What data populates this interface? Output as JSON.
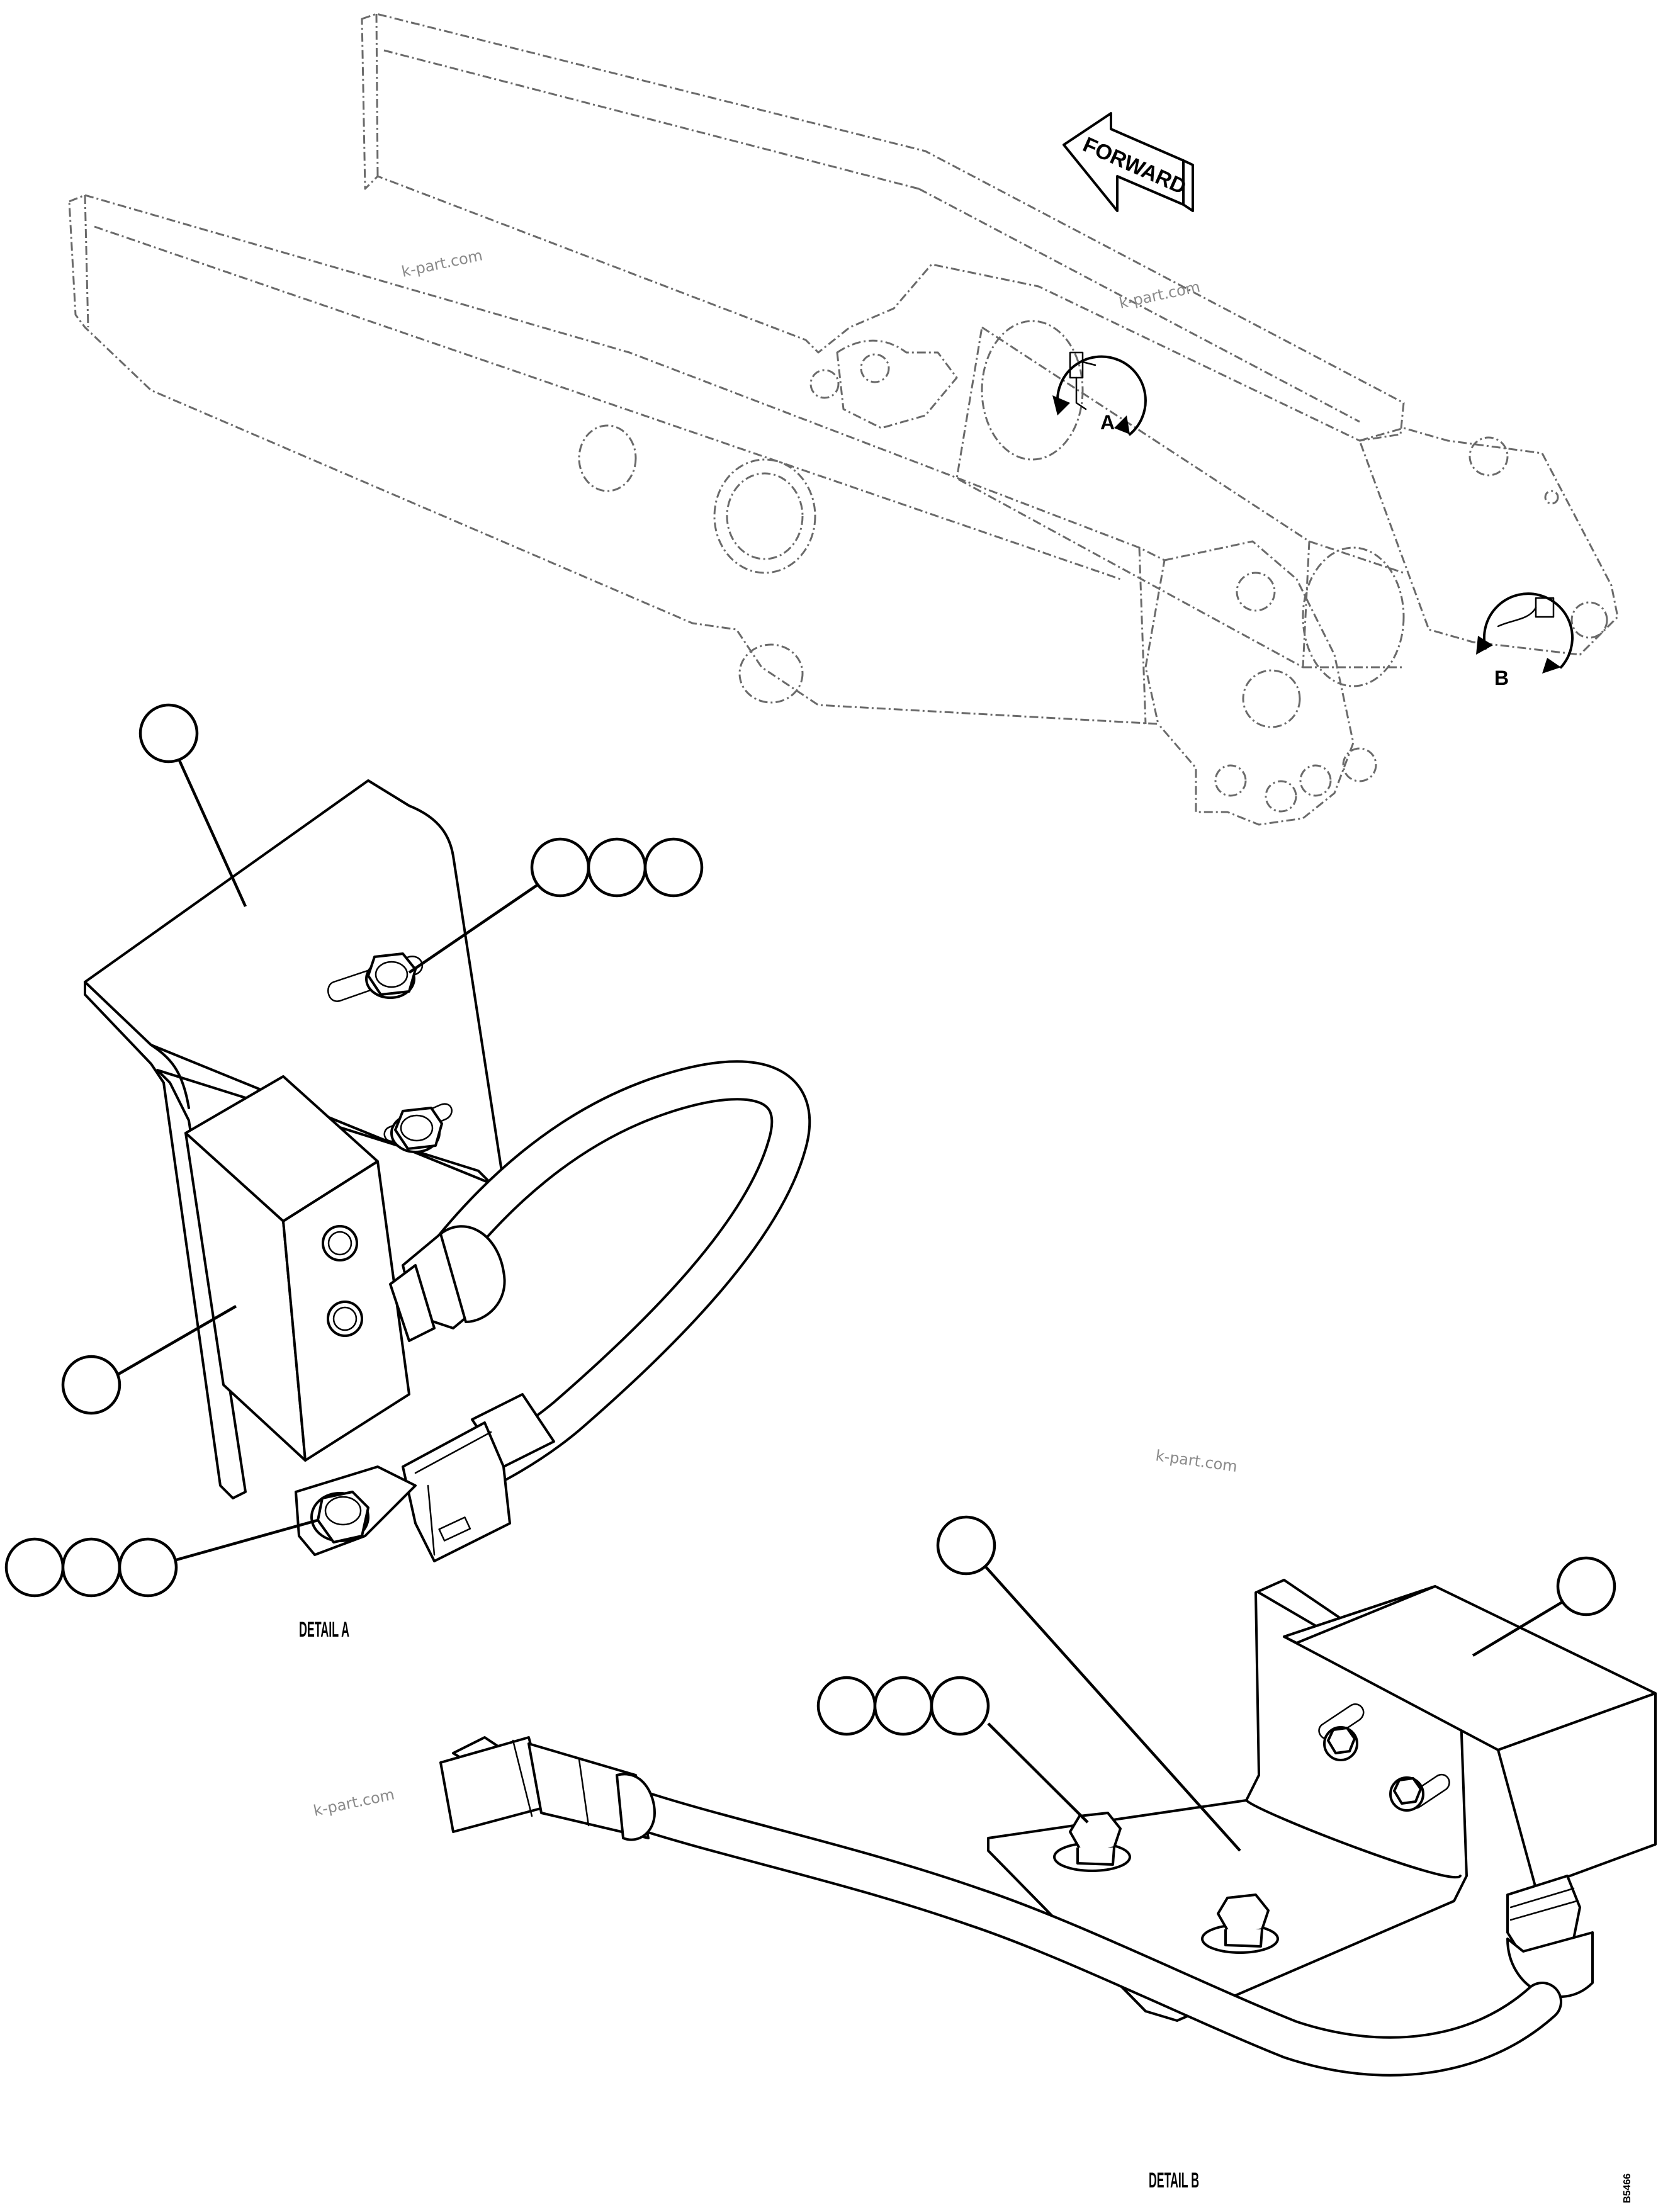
{
  "forward_label": "FORWARD",
  "detail_a_marker": "A",
  "detail_b_marker": "B",
  "detail_a_title": "DETAIL A",
  "detail_b_title": "DETAIL B",
  "watermarks": [
    "k-part.com",
    "k-part.com",
    "k-part.com",
    "k-part.com"
  ],
  "figure_code": "B5466"
}
